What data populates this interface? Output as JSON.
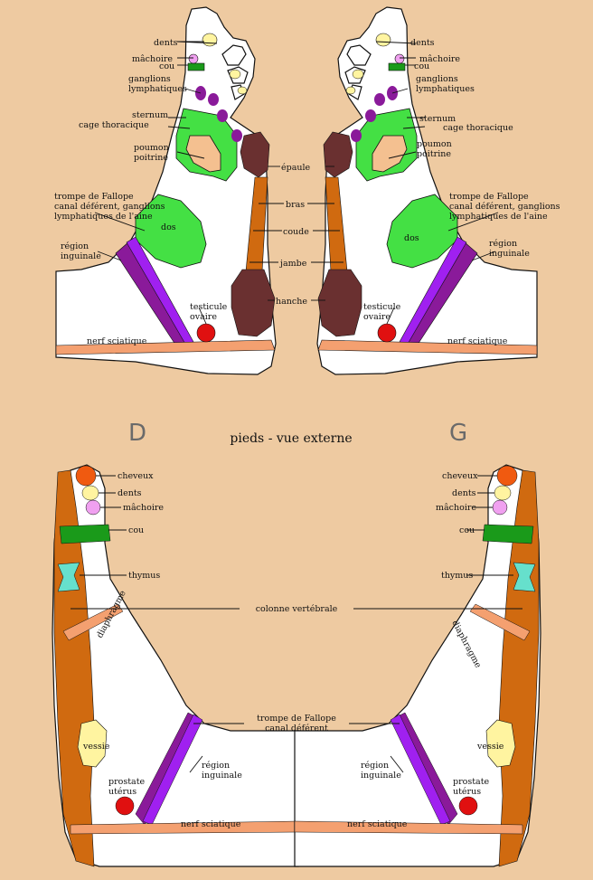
{
  "colors": {
    "background": "#EECAA1",
    "green_zone": "#44E044",
    "light_green": "#66EE66",
    "dark_green": "#1A9A1A",
    "purple": "#8A1A9A",
    "violet": "#A020F0",
    "orange": "#D06A10",
    "brown": "#6A3030",
    "red": "#E01010",
    "salmon": "#F4A070",
    "yellow": "#FFF4A0",
    "pink": "#F0A0F0",
    "teal": "#66E0CC",
    "hair": "#F05A10"
  },
  "top": {
    "labels": {
      "dents": "dents",
      "machoire": "mâchoire",
      "cou": "cou",
      "ganglions": "ganglions\nlymphatiques",
      "sternum": "sternum",
      "cage": "cage thoracique",
      "poumon": "poumon\npoitrine",
      "trompe": "trompe de Fallope\ncanal déférent, ganglions\nlymphatiques de l'aine",
      "dos": "dos",
      "region": "région\ninguinale",
      "testicule": "testicule\novaire",
      "nerf": "nerf sciatique",
      "epaule": "épaule",
      "bras": "bras",
      "coude": "coude",
      "jambe": "jambe",
      "hanche": "hanche"
    }
  },
  "middle": {
    "left_letter": "D",
    "title": "pieds - vue externe",
    "right_letter": "G"
  },
  "bottom": {
    "labels": {
      "cheveux": "cheveux",
      "dents": "dents",
      "machoire": "mâchoire",
      "cou": "cou",
      "thymus": "thymus",
      "colonne": "colonne vertébrale",
      "diaphragme": "diaphragme",
      "vessie": "vessie",
      "trompe": "trompe de Fallope\ncanal déférent",
      "region": "région\ninguinale",
      "prostate": "prostate\nutérus",
      "nerf": "nerf sciatique"
    }
  }
}
